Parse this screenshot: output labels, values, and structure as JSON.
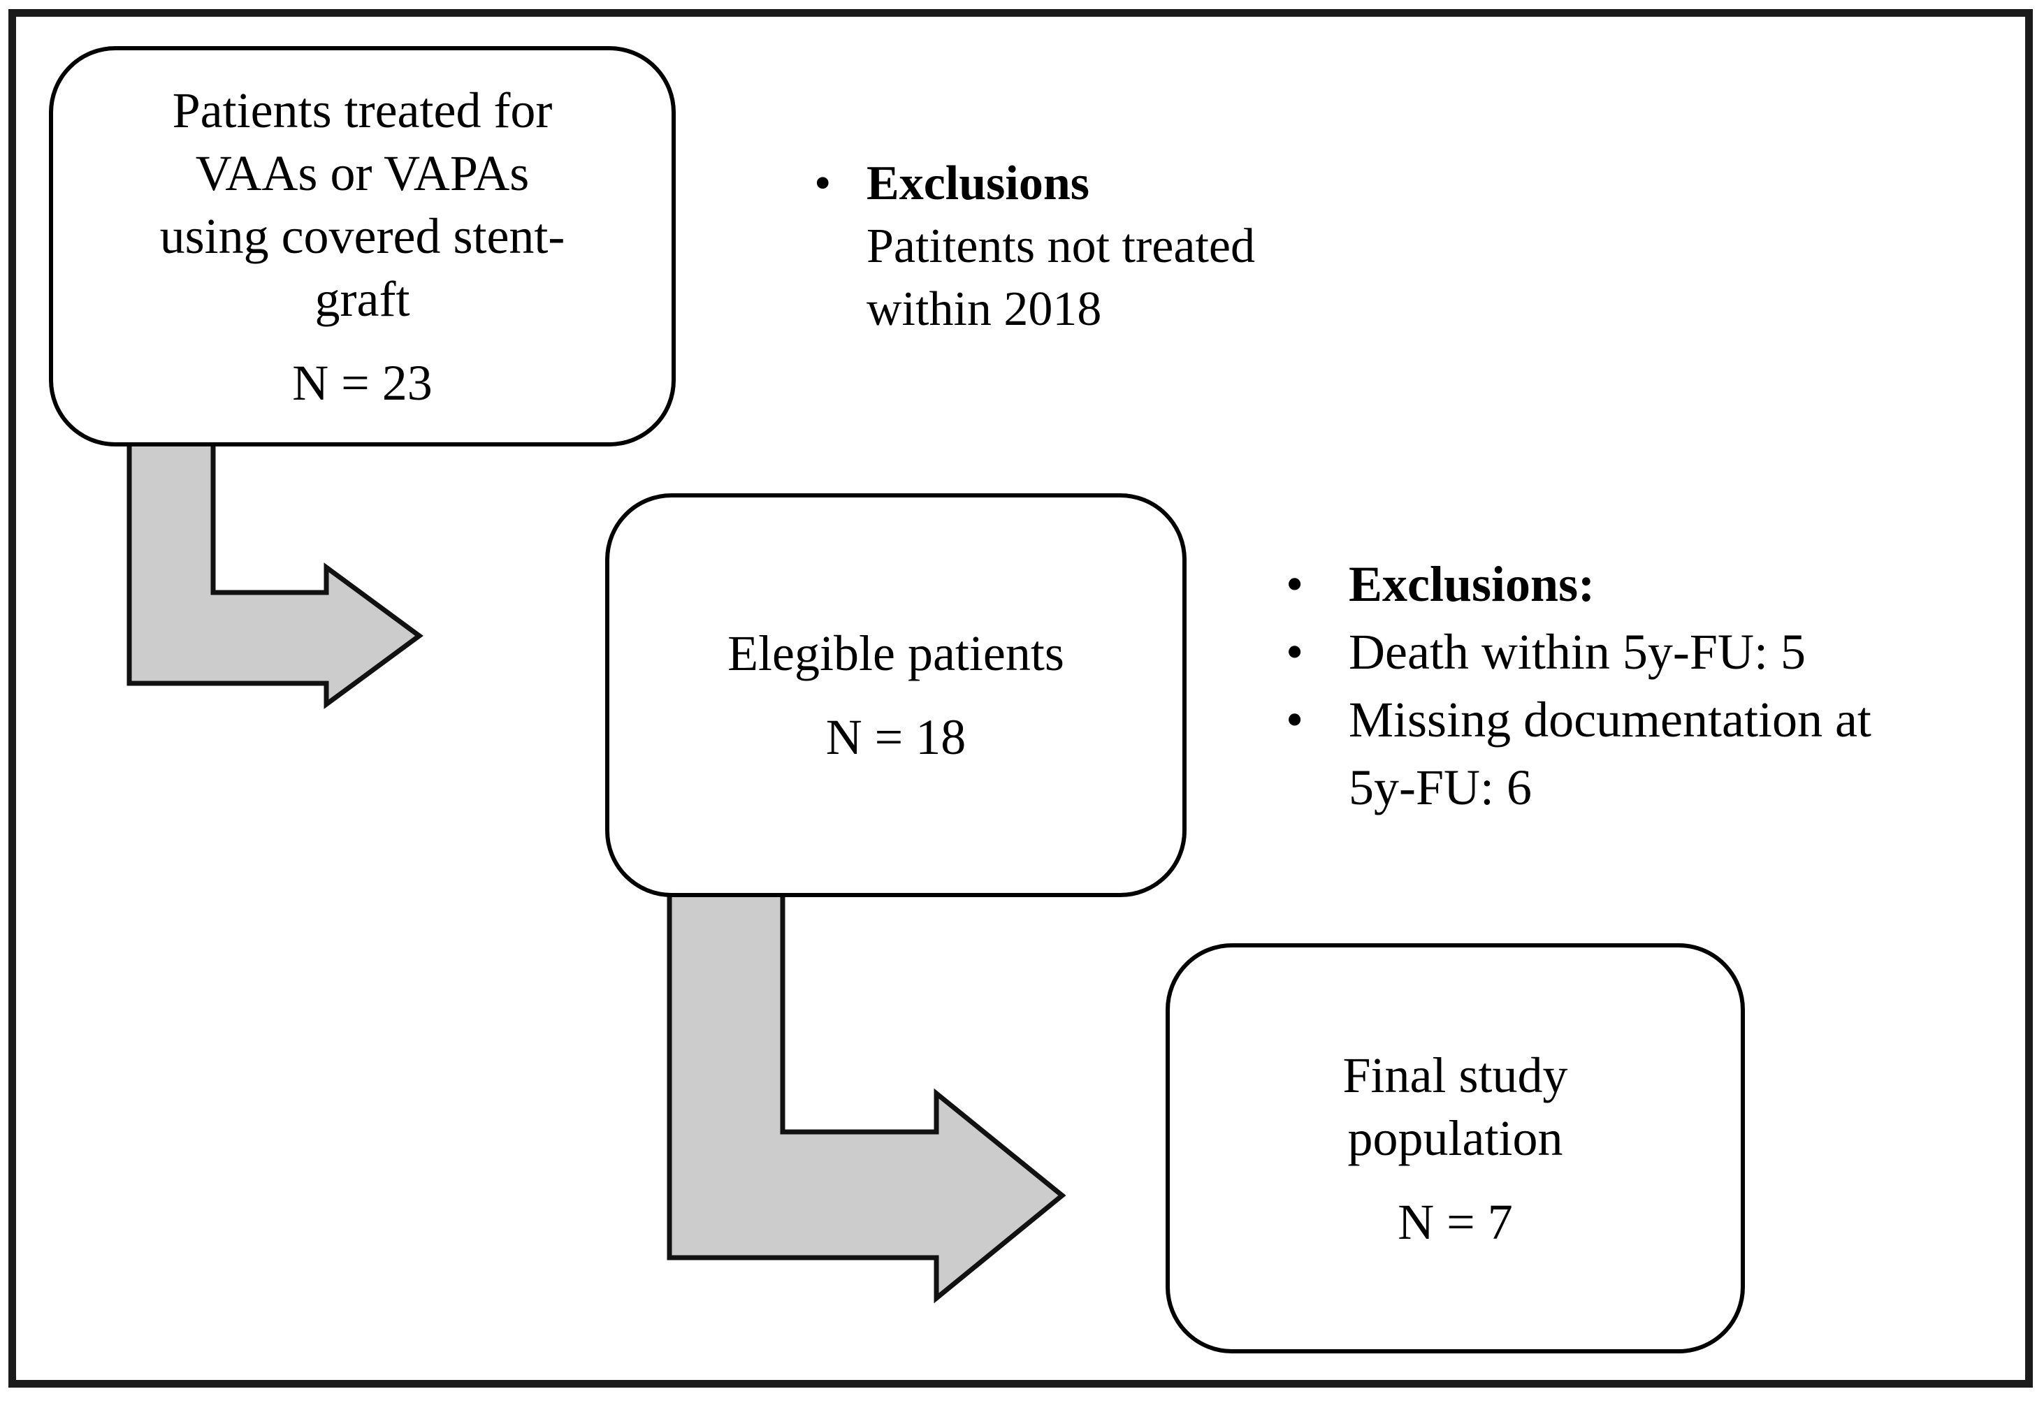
{
  "figure": {
    "description": "Patient flow diagram",
    "background": "#ffffff"
  },
  "colors": {
    "arrow_fill": "#cccccc",
    "arrow_stroke": "#111111",
    "box_border": "#000000",
    "frame_border": "#1b1b1b",
    "text": "#000000"
  },
  "bullet_char": "•",
  "boxes": [
    {
      "name": "source-population",
      "lines": [
        "Patients treated for",
        "VAAs or VAPAs",
        "using covered stent-",
        "graft"
      ],
      "count_label": "N = 23"
    },
    {
      "name": "eligible-patients",
      "lines": [
        "Elegible patients"
      ],
      "count_label": "N = 18"
    },
    {
      "name": "final-study-population",
      "lines": [
        "Final study",
        "population"
      ],
      "count_label": "N = 7"
    }
  ],
  "notes": [
    {
      "name": "exclusions-first-step",
      "items": [
        {
          "text": "Exclusions"
        },
        {
          "text": "Patitents not treated"
        },
        {
          "text": "within 2018"
        }
      ]
    },
    {
      "name": "exclusions-second-step",
      "items": [
        {
          "text": "Exclusions:"
        },
        {
          "text": "Death within 5y-FU: 5"
        },
        {
          "text": "Missing documentation at"
        },
        {
          "text": "5y-FU: 6"
        }
      ]
    }
  ]
}
